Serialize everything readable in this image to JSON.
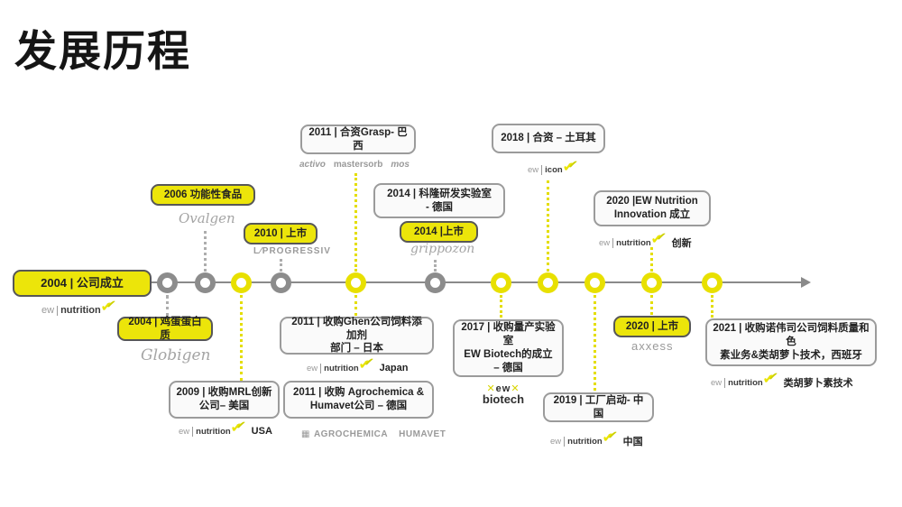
{
  "title": "发展历程",
  "colors": {
    "brand_yellow": "#e8e000",
    "yellow_box_fill": "#ece50a",
    "timeline_gray": "#8a8a8a",
    "node_gray": "#8c8c8c",
    "white_box_border": "#9b9b9b"
  },
  "icons": {
    "check": "✔",
    "cross": "✕",
    "grid": "▦"
  },
  "milestones": {
    "founding": {
      "label": "2004 | 公司成立"
    },
    "egg_protein": {
      "label": "2004 | 鸡蛋蛋白质"
    },
    "functional_food": {
      "label": "2006 功能性食品"
    },
    "ipo_2010": {
      "label": "2010 | 上市"
    },
    "grasp_brazil": {
      "label": "2011 | 合资Grasp- 巴西"
    },
    "cologne_lab": {
      "line1": "2014 | 科隆研发实验室",
      "line2": "- 德国"
    },
    "launch_2014": {
      "label": "2014 |上市"
    },
    "turkey_jv": {
      "label": "2018 | 合资 – 土耳其"
    },
    "innovation_2020": {
      "line1": "2020 |EW Nutrition",
      "line2": "Innovation 成立"
    },
    "ghen_japan": {
      "line1": "2011 | 收购Ghen公司饲料添加剂",
      "line2": "部门 – 日本"
    },
    "mrl_usa": {
      "line1": "2009 | 收购MRL创新",
      "line2": "公司– 美国"
    },
    "agrochemica_de": {
      "line1": "2011 | 收购 Agrochemica &",
      "line2": "Humavet公司 – 德国"
    },
    "ew_biotech_de": {
      "line1": "2017 | 收购量产实验室",
      "line2": "EW Biotech的成立",
      "line3": "– 德国"
    },
    "factory_china": {
      "label": "2019 | 工厂启动- 中国"
    },
    "launch_2020": {
      "label": "2020 | 上市"
    },
    "novus_spain": {
      "line1": "2021 | 收购诺伟司公司饲料质量和色",
      "line2": "素业务&类胡萝卜技术，西班牙"
    }
  },
  "logos": {
    "ew": "ew",
    "nutrition": "nutrition",
    "icon": "icon",
    "globigen": "Globigen",
    "ovalgen": "Ovalgen",
    "progressiv": "L∕PROGRESSIV",
    "activo": "activo",
    "mastersorb": "mastersorb",
    "mos": "mos",
    "grippozon": "grippozon",
    "axxess": "axxess",
    "agrochemica": "AGROCHEMICA",
    "humavet": "HUMAVET",
    "ew_biotech_top": "ew",
    "ew_biotech_name": "biotech"
  },
  "captions": {
    "innovation": "创新",
    "japan": "Japan",
    "usa": "USA",
    "china": "中国",
    "carotenoid": "类胡萝卜素技术"
  }
}
